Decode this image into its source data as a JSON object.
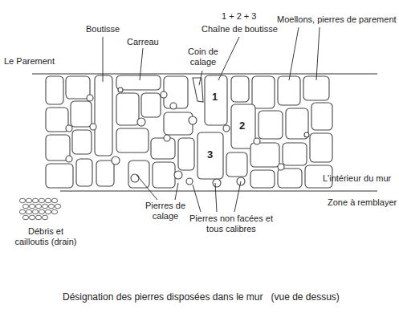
{
  "diagram": {
    "caption": "Désignation des pierres disposées dans le mur   (vue de dessus)",
    "labels": [
      "Boutisse",
      "Carreau",
      "Coin de calage",
      "1 + 2 + 3",
      "Chaîne de boutisse",
      "Moellons, pierres de parement",
      "Le Parement",
      "1",
      "2",
      "3",
      "L'intérieur du mur",
      "Zone à remblayer",
      "Pierres de calage",
      "Pierres non facées et tous calibres",
      "Débris et cailloutis (drain)"
    ]
  }
}
